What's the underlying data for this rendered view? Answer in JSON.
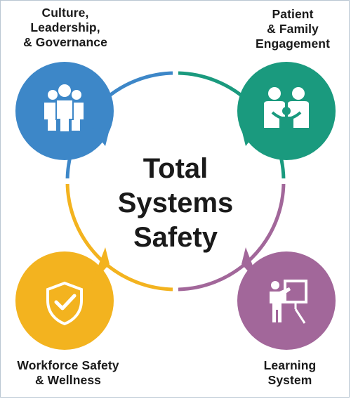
{
  "center": {
    "lines": [
      "Total",
      "Systems",
      "Safety"
    ]
  },
  "nodes": [
    {
      "id": "culture",
      "lines": [
        "Culture,",
        "Leadership,",
        "& Governance"
      ],
      "color": "#3d87c8",
      "icon": "people-group-icon"
    },
    {
      "id": "patient",
      "lines": [
        "Patient",
        "& Family",
        "Engagement"
      ],
      "color": "#1a9a7e",
      "icon": "family-icon"
    },
    {
      "id": "workforce",
      "lines": [
        "Workforce Safety",
        "& Wellness"
      ],
      "color": "#f3b31f",
      "icon": "shield-check-icon"
    },
    {
      "id": "learning",
      "lines": [
        "Learning",
        "System"
      ],
      "color": "#a2679a",
      "icon": "presenter-board-icon"
    }
  ]
}
